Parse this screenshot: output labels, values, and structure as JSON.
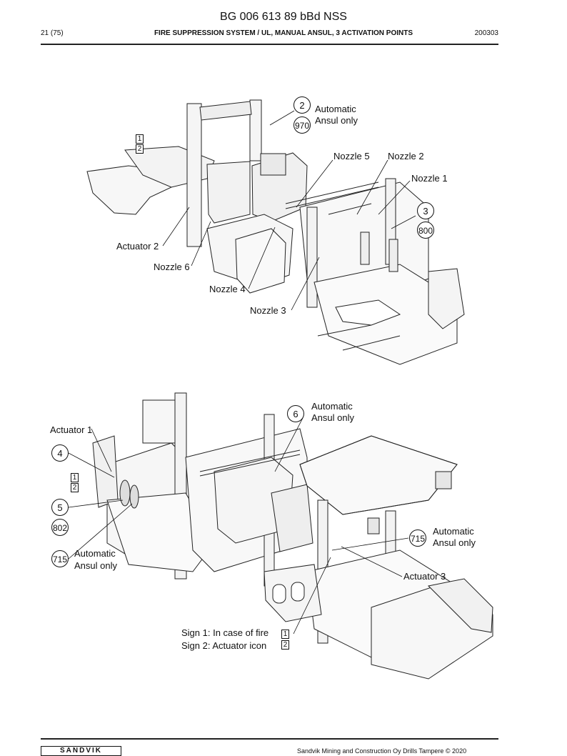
{
  "header": {
    "doc_code": "BG 006 613 89 bBd NSS",
    "page": "21 (75)",
    "title": "FIRE SUPPRESSION SYSTEM / UL, MANUAL ANSUL, 3 ACTIVATION POINTS",
    "date": "200303"
  },
  "top_figure": {
    "callout_auto": {
      "num": "2",
      "code": "970",
      "text1": "Automatic",
      "text2": "Ansul only"
    },
    "sign_box": [
      "1",
      "2"
    ],
    "nozzle5": "Nozzle 5",
    "nozzle2": "Nozzle 2",
    "nozzle1": "Nozzle 1",
    "callout_right": {
      "num": "3",
      "code": "800"
    },
    "actuator2": "Actuator 2",
    "nozzle6": "Nozzle 6",
    "nozzle4": "Nozzle 4",
    "nozzle3": "Nozzle 3"
  },
  "bottom_figure": {
    "callout_top": {
      "num": "6",
      "text1": "Automatic",
      "text2": "Ansul only"
    },
    "actuator1": "Actuator 1",
    "callout_4": "4",
    "sign_box": [
      "1",
      "2"
    ],
    "callout_5": {
      "num": "5",
      "code": "802"
    },
    "callout_715_left": {
      "code": "715",
      "text1": "Automatic",
      "text2": "Ansul only"
    },
    "callout_715_right": {
      "code": "715",
      "text1": "Automatic",
      "text2": "Ansul only"
    },
    "actuator3": "Actuator 3",
    "sign1": "Sign 1: In case of fire",
    "sign2": "Sign 2: Actuator icon",
    "sign_legend_box": [
      "1",
      "2"
    ]
  },
  "footer": {
    "logo": "SANDVIK",
    "copyright": "Sandvik Mining and Construction Oy Drills Tampere © 2020"
  }
}
